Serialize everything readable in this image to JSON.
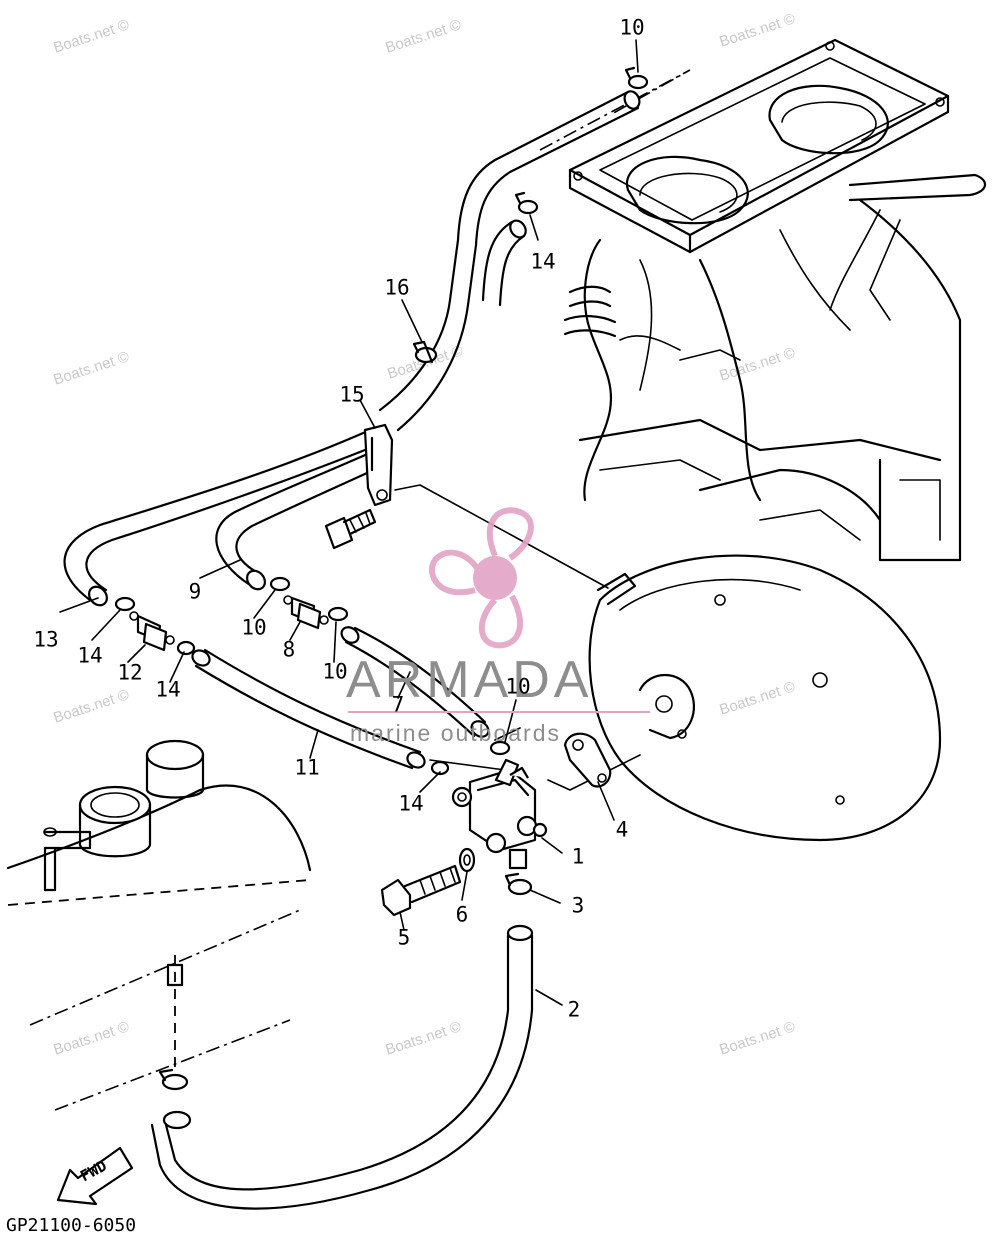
{
  "diagram": {
    "code": "GP21100-6050",
    "fwd_label": "FWD",
    "callouts": [
      {
        "id": "1",
        "text": "1"
      },
      {
        "id": "2",
        "text": "2"
      },
      {
        "id": "3",
        "text": "3"
      },
      {
        "id": "4",
        "text": "4"
      },
      {
        "id": "5",
        "text": "5"
      },
      {
        "id": "6",
        "text": "6"
      },
      {
        "id": "7",
        "text": "7"
      },
      {
        "id": "8",
        "text": "8"
      },
      {
        "id": "9",
        "text": "9"
      },
      {
        "id": "10a",
        "text": "10"
      },
      {
        "id": "10b",
        "text": "10"
      },
      {
        "id": "10c",
        "text": "10"
      },
      {
        "id": "10d",
        "text": "10"
      },
      {
        "id": "11",
        "text": "11"
      },
      {
        "id": "12",
        "text": "12"
      },
      {
        "id": "13",
        "text": "13"
      },
      {
        "id": "14a",
        "text": "14"
      },
      {
        "id": "14b",
        "text": "14"
      },
      {
        "id": "14c",
        "text": "14"
      },
      {
        "id": "14d",
        "text": "14"
      },
      {
        "id": "15",
        "text": "15"
      },
      {
        "id": "16",
        "text": "16"
      }
    ]
  },
  "watermark": {
    "text": "Boats.net ©"
  },
  "brand": {
    "name": "ARMADA",
    "tagline": "marine outboards",
    "logo_icon": "propeller-icon",
    "color": "#e3a3c6"
  }
}
